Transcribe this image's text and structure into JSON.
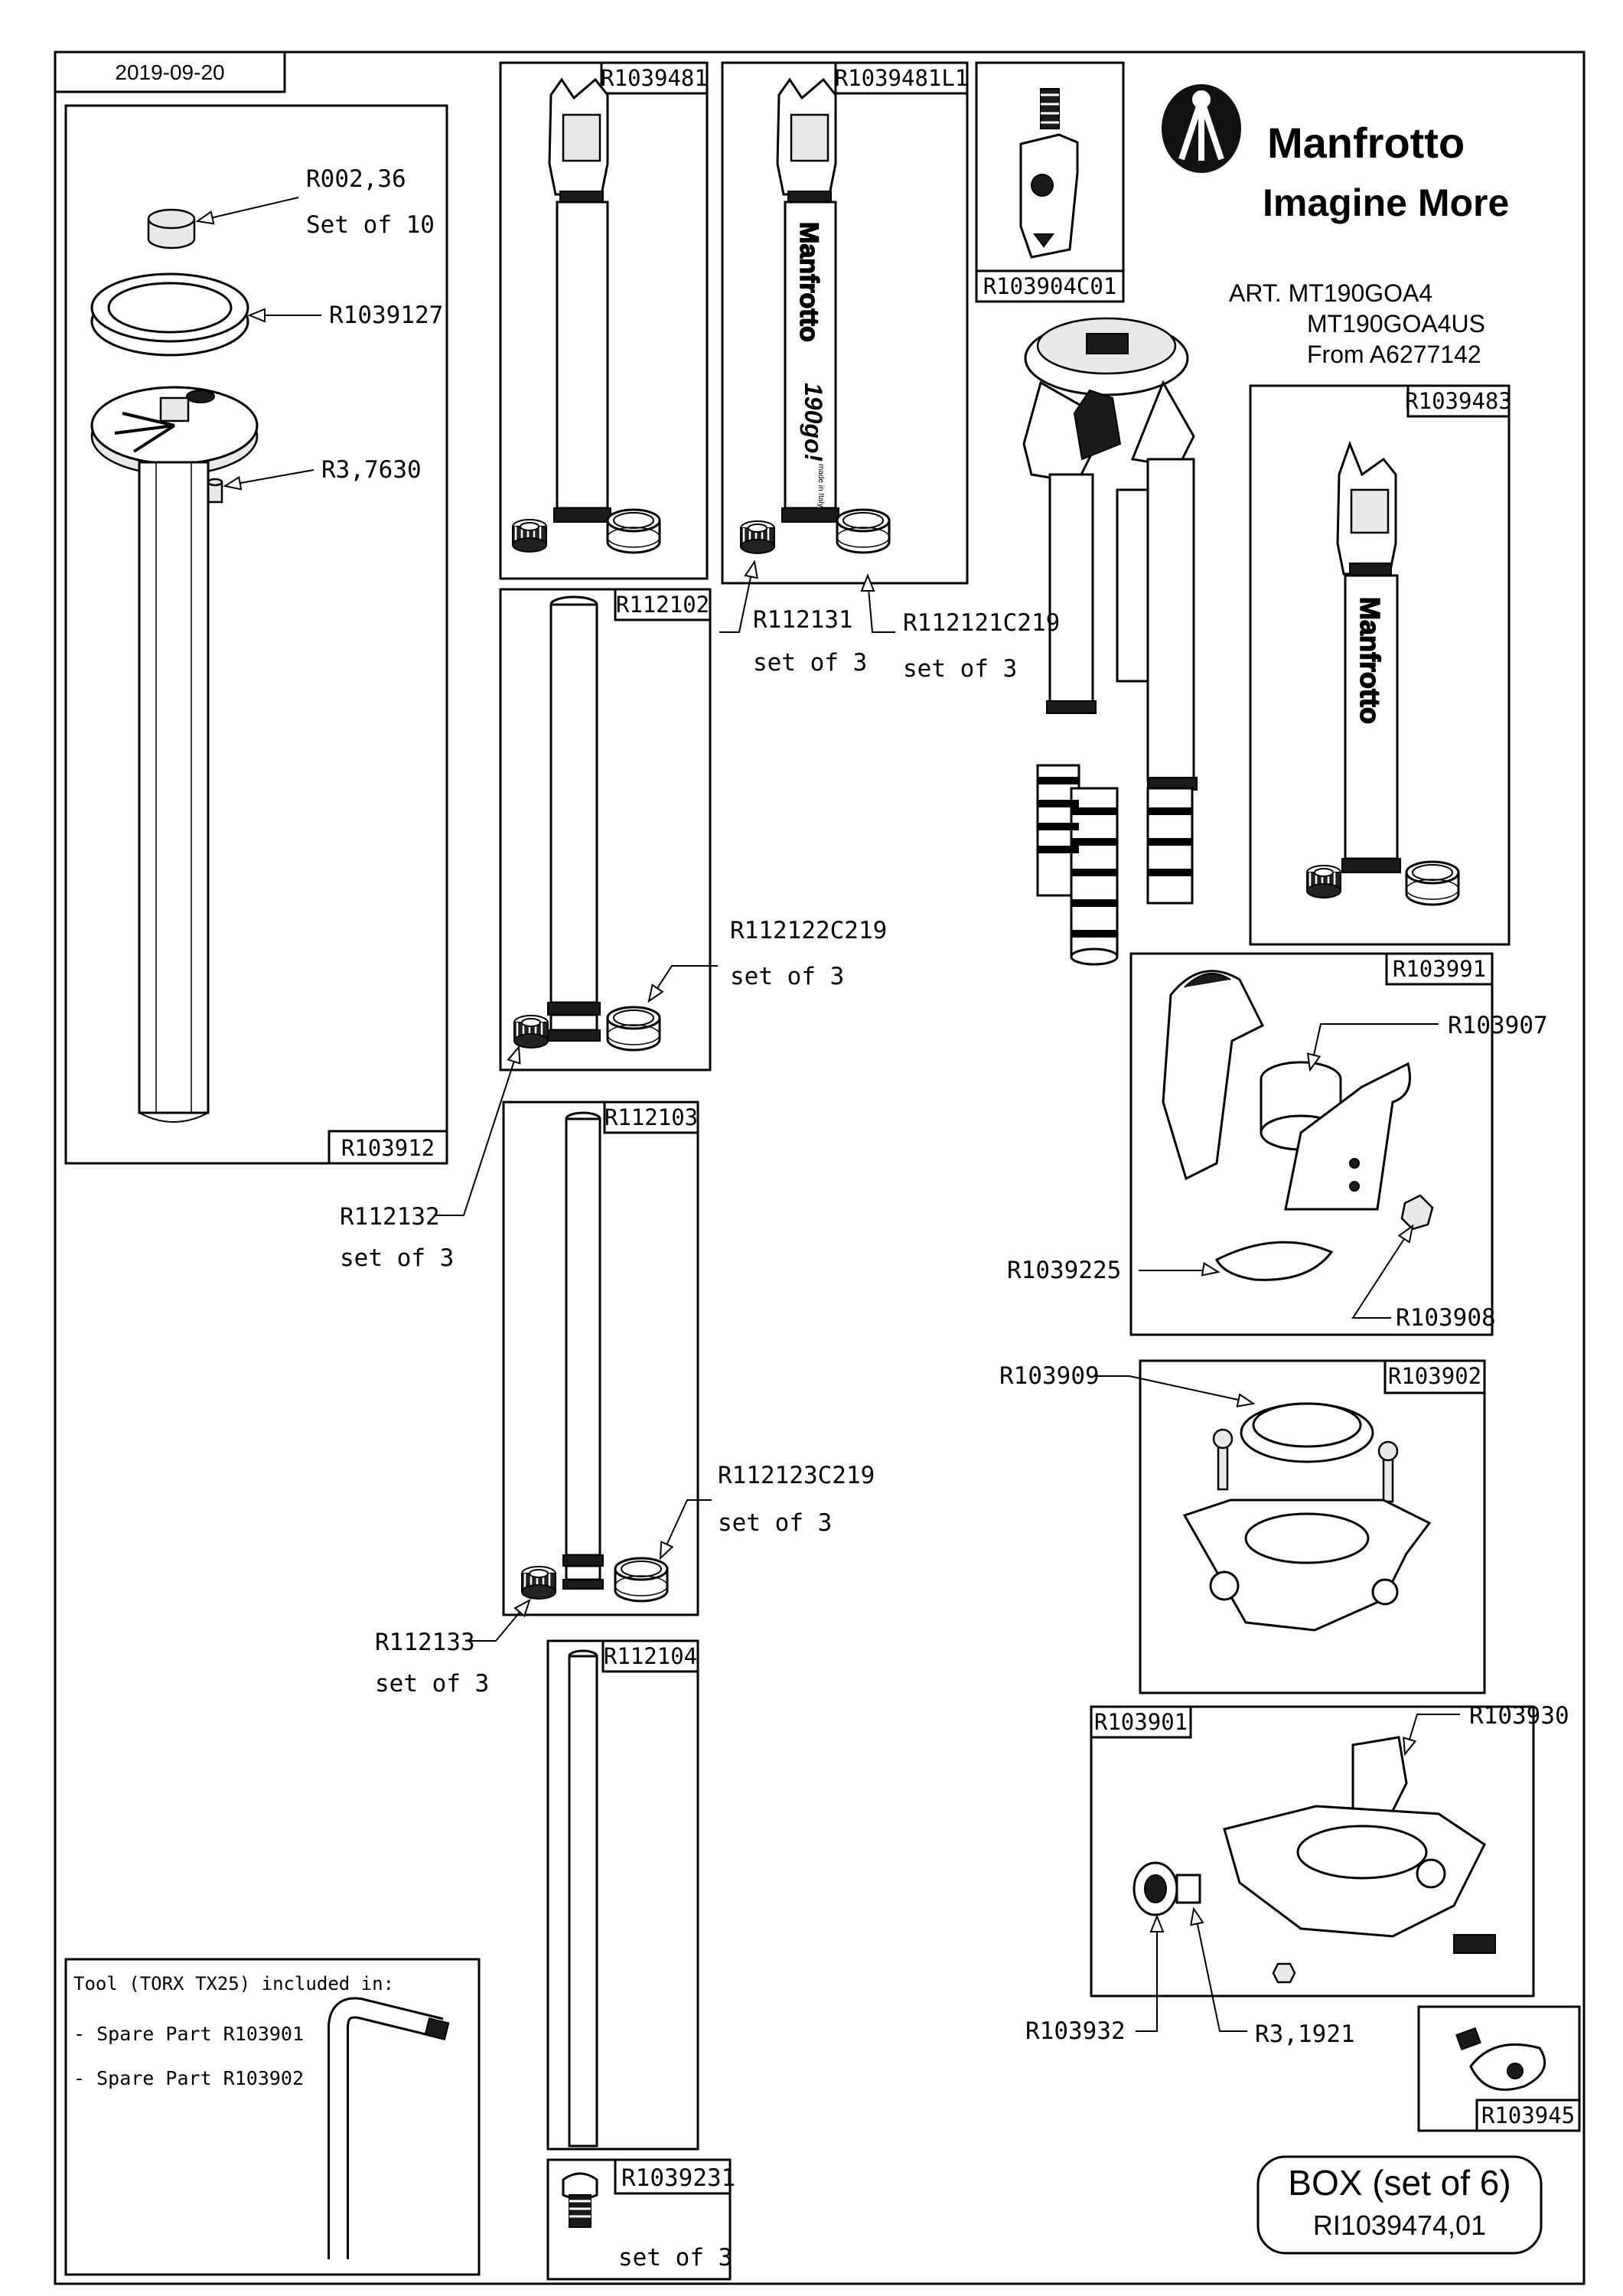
{
  "date": "2019-09-20",
  "brand": {
    "name": "Manfrotto",
    "tagline": "Imagine More"
  },
  "article": {
    "line1": "ART. MT190GOA4",
    "line2": "MT190GOA4US",
    "line3": "From A6277142"
  },
  "boxes": {
    "center_column": "R103912",
    "leg_1": "R1039481",
    "leg_1_l1": "R1039481L1",
    "clip": "R103904C01",
    "leg_3": "R1039483",
    "tube_2": "R112102",
    "tube_3": "R112103",
    "tube_4": "R112104",
    "collar": "R103991",
    "spider_top": "R103902",
    "spider": "R103901",
    "knob": "R103945"
  },
  "callouts": {
    "cap": "R002,36",
    "cap_qty": "Set of 10",
    "ring": "R1039127",
    "pin": "R3,7630",
    "lock_131": "R112131",
    "lock_131_qty": "set of 3",
    "bush_121": "R112121C219",
    "bush_121_qty": "set of 3",
    "bush_122": "R112122C219",
    "bush_122_qty": "set of 3",
    "lock_132": "R112132",
    "lock_132_qty": "set of 3",
    "bush_123": "R112123C219",
    "bush_123_qty": "set of 3",
    "lock_133": "R112133",
    "lock_133_qty": "set of 3",
    "foot": "R1039231",
    "foot_qty": "set of 3",
    "r103907": "R103907",
    "r1039225": "R1039225",
    "r103908": "R103908",
    "r103909": "R103909",
    "r103930": "R103930",
    "r103932": "R103932",
    "r31921": "R3,1921"
  },
  "tool": {
    "title": "Tool (TORX TX25) included in:",
    "line1": "- Spare Part R103901",
    "line2": "- Spare Part R103902"
  },
  "box_set": {
    "title": "BOX (set of 6)",
    "code": "RI1039474,01"
  },
  "leg_print": {
    "brand": "Manfrotto",
    "model": "190go!",
    "made": "made in Italy"
  },
  "icons": [
    "manfrotto-logo",
    "torx-key",
    "tripod"
  ]
}
